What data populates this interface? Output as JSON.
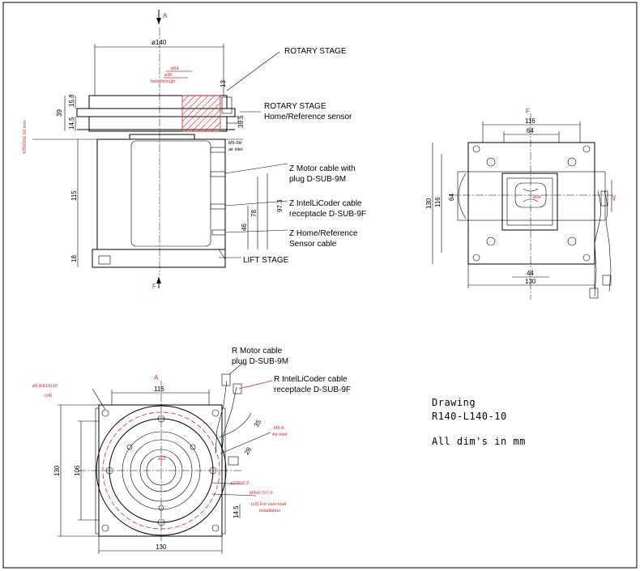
{
  "views": {
    "section_markers": {
      "top_a": "A",
      "side_f": "F",
      "right_f": "F",
      "plan_a": "A"
    }
  },
  "callouts": {
    "rotary_stage": "ROTARY STAGE",
    "rotary_sensor_1": "ROTARY STAGE",
    "rotary_sensor_2": "Home/Reference sensor",
    "z_motor_1": "Z Motor cable with",
    "z_motor_2": "plug D-SUB-9M",
    "z_intel_1": "Z IntelLiCoder cable",
    "z_intel_2": "receptacle D-SUB-9F",
    "z_home_1": "Z Home/Reference",
    "z_home_2": "Sensor cable",
    "lift_stage": "LIFT STAGE",
    "r_motor_1": "R Motor cable",
    "r_motor_2": "plug D-SUB-9M",
    "r_intel_1": "R IntelLiCoder cable",
    "r_intel_2": "receptacle D-SUB-9F"
  },
  "dims_side": {
    "d140": "ø140",
    "d54": "ø54",
    "d36": "ø36",
    "hole_through": "hole through",
    "h39": "39",
    "h15_8": "15.8",
    "h14_5": "14.5",
    "h115": "115",
    "h18": "18",
    "h78": "78",
    "h46": "46",
    "h97_3": "97.3",
    "h39_5": "39.5",
    "h13": "13",
    "stroke": "STROKE 10 mm",
    "m5_air": "M5-6H",
    "air_inlet": "air inlet"
  },
  "dims_right": {
    "w116": "116",
    "w64": "64",
    "h130": "130",
    "h116": "116",
    "h64": "64",
    "h44": "44",
    "w44": "44",
    "w130": "130",
    "bore": "ø54"
  },
  "dims_plan": {
    "w116": "116",
    "w130": "130",
    "h130": "130",
    "h106": "106",
    "h14_5": "14.5",
    "a35": "35",
    "a28": "28",
    "hole_spec": "ø5.8/ø10x10",
    "hole_qty": "(x4)",
    "m5": "M5-6",
    "air_inlet": "Air inlet",
    "pcd": "ø106±0.2",
    "thread": "M4x0.7x7-9",
    "thread_note_1": "(x3) For user load",
    "thread_note_2": "installation",
    "center": "ø62"
  },
  "notes": {
    "drawing": "Drawing",
    "part": "R140-L140-10",
    "units": "All dim's in mm"
  }
}
